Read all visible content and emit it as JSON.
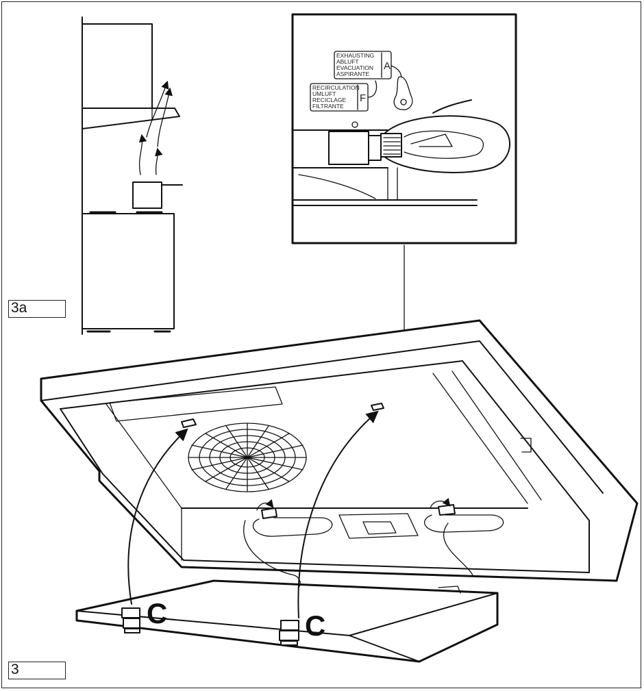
{
  "figure": {
    "fig_label_top": "3a",
    "fig_label_bottom": "3"
  },
  "callouts": {
    "c_left": "C",
    "c_right": "C"
  },
  "tags": {
    "exhausting": {
      "lines": [
        "EXHAUSTING",
        "ABLUFT",
        "EVACUATION",
        "ASPIRANTE"
      ],
      "letter": "A"
    },
    "recirculation": {
      "lines": [
        "RECIRCULATION",
        "UMLUFT",
        "RECICLAGE",
        "FILTRANTE"
      ],
      "letter": "F"
    }
  },
  "icons": {
    "fan": "fan-grille-icon",
    "bulb": "light-bulb-icon",
    "pot": "cooking-pot-icon"
  }
}
